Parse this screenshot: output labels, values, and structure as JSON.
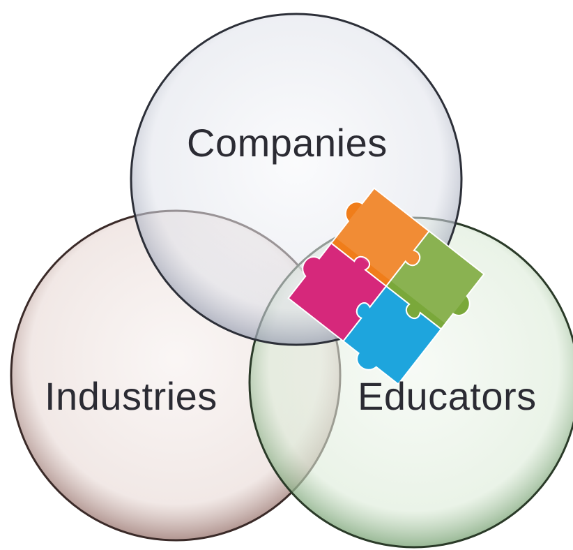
{
  "circles": [
    {
      "label": "Companies",
      "tint": "#b7bccb"
    },
    {
      "label": "Industries",
      "tint": "#b99691"
    },
    {
      "label": "Educators",
      "tint": "#9fc39c"
    }
  ],
  "puzzle": {
    "icon": "puzzle-icon",
    "piece_colors": [
      "#f07d1a",
      "#7aa83a",
      "#d6287b",
      "#1ea5dd"
    ]
  }
}
